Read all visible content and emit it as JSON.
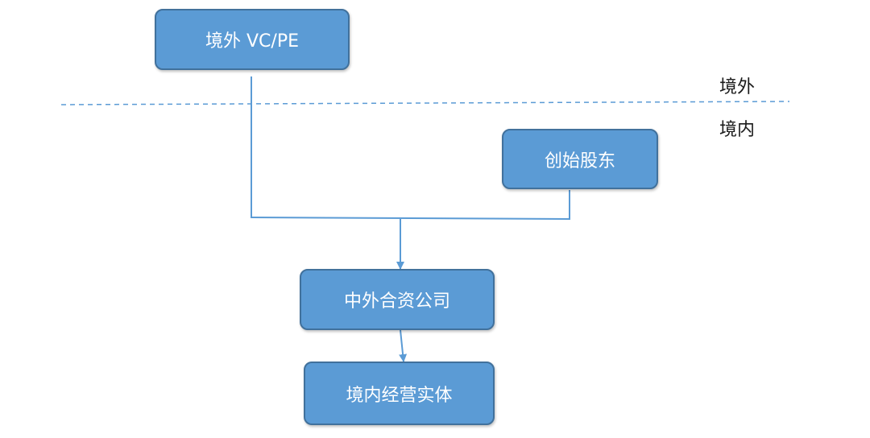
{
  "nodes": {
    "offshore_vcpe": "境外 VC/PE",
    "founder": "创始股东",
    "jv_company": "中外合资公司",
    "domestic_entity": "境内经营实体"
  },
  "regions": {
    "offshore": "境外",
    "domestic": "境内"
  },
  "colors": {
    "node_fill": "#5b9bd5",
    "node_border": "#41719c",
    "connector": "#5b9bd5"
  }
}
